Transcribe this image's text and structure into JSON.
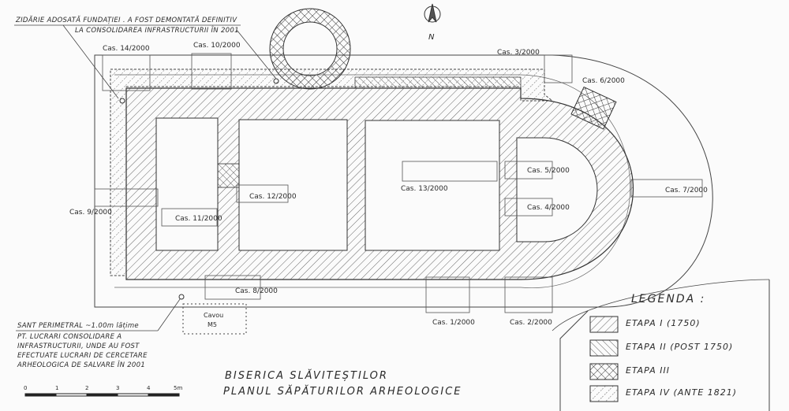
{
  "notes": {
    "top_line1": "ZIDĂRIE ADOSATĂ FUNDAȚIEI . A FOST DEMONTATĂ DEFINITIV",
    "top_line2": "LA CONSOLIDAREA INFRASTRUCTURII ÎN 2001",
    "trench_line1": "SANT PERIMETRAL ~1.00m lățime",
    "trench_line2": "PT. LUCRARI CONSOLIDARE A",
    "trench_line3": "INFRASTRUCTURII, UNDE AU FOST",
    "trench_line4": "EFECTUATE LUCRARI DE CERCETARE",
    "trench_line5": "ARHEOLOGICA DE SALVARE ÎN 2001"
  },
  "north_label": "N",
  "sections": {
    "s14": "Cas. 14/2000",
    "s10": "Cas. 10/2000",
    "s3": "Cas. 3/2000",
    "s6": "Cas. 6/2000",
    "s13": "Cas. 13/2000",
    "s5": "Cas. 5/2000",
    "s7": "Cas. 7/2000",
    "s4": "Cas. 4/2000",
    "s12": "Cas. 12/2000",
    "s11": "Cas. 11/2000",
    "s9": "Cas. 9/2000",
    "s8": "Cas. 8/2000",
    "s1": "Cas. 1/2000",
    "s2": "Cas. 2/2000"
  },
  "tomb": {
    "line1": "Cavou",
    "line2": "M5"
  },
  "title": {
    "line1": "BISERICA SLĂVITEȘTILOR",
    "line2": "PLANUL SĂPĂTURILOR ARHEOLOGICE"
  },
  "scale": {
    "ticks": [
      "0",
      "1",
      "2",
      "3",
      "4",
      "5m"
    ]
  },
  "legend": {
    "title": "LEGENDA :",
    "items": [
      {
        "label": "ETAPA I (1750)",
        "pattern": "hatch-right"
      },
      {
        "label": "ETAPA II (POST 1750)",
        "pattern": "hatch-left"
      },
      {
        "label": "ETAPA III",
        "pattern": "cross-hatch"
      },
      {
        "label": "ETAPA IV (ANTE 1821)",
        "pattern": "dashed-hatch"
      }
    ]
  }
}
